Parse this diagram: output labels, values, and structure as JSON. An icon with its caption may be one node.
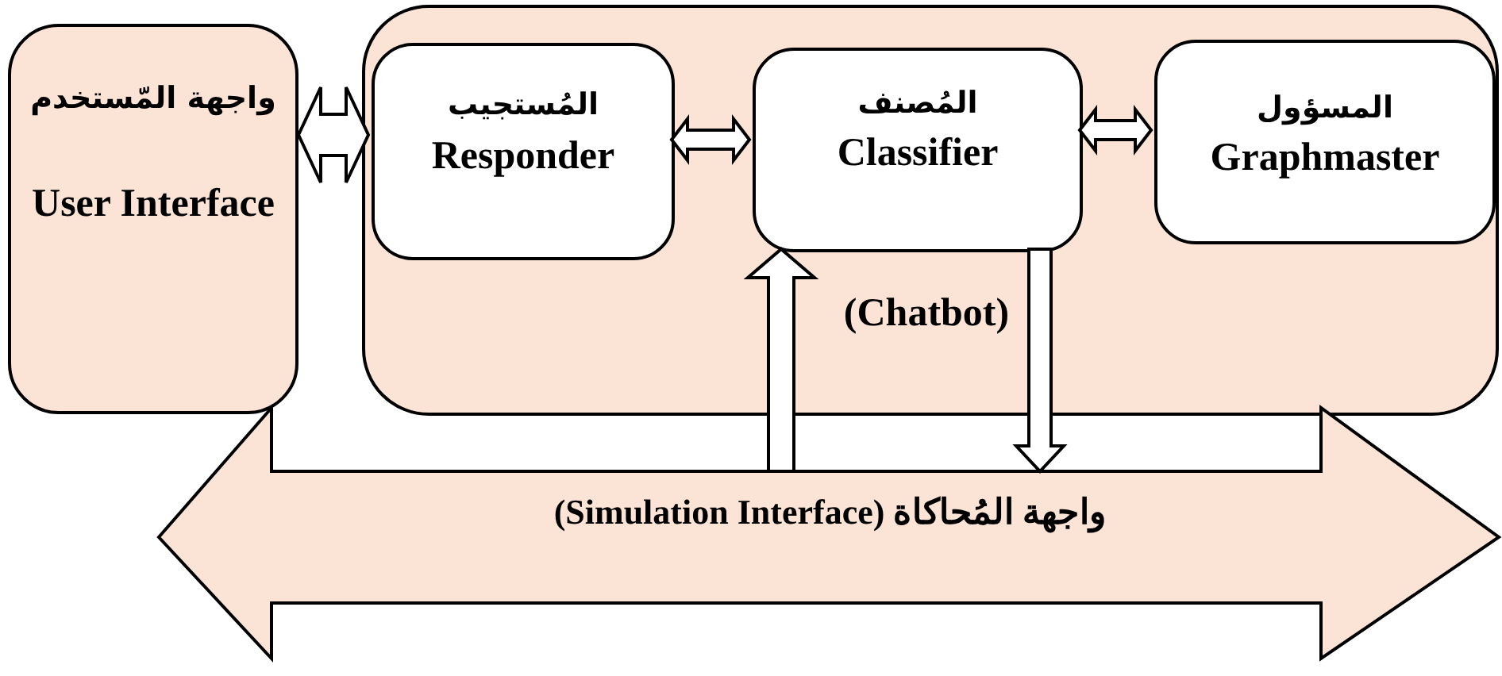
{
  "diagram": {
    "nodes": [
      {
        "text": [
          "(Chatbot)"
        ]
      },
      {
        "text": [
          "واجهة المّستخدم",
          "User Interface"
        ]
      },
      {
        "text": [
          "المُستجيب",
          "Responder"
        ],
        "in": 0
      },
      {
        "text": [
          "المُصنف",
          "Classifier"
        ],
        "in": 0
      },
      {
        "text": [
          "المسؤول",
          "Graphmaster"
        ],
        "in": 0
      },
      {
        "text": [
          "واجهة المُحاكاة (Simulation Interface)"
        ]
      }
    ],
    "edges": [
      {
        "from": 1,
        "to": 2,
        "arrow": "both"
      },
      {
        "from": 2,
        "to": 3,
        "arrow": "both"
      },
      {
        "from": 3,
        "to": 4,
        "arrow": "both"
      },
      {
        "from": 5,
        "to": 3,
        "arrow": "to"
      },
      {
        "from": 3,
        "to": 5,
        "arrow": "to"
      }
    ]
  }
}
